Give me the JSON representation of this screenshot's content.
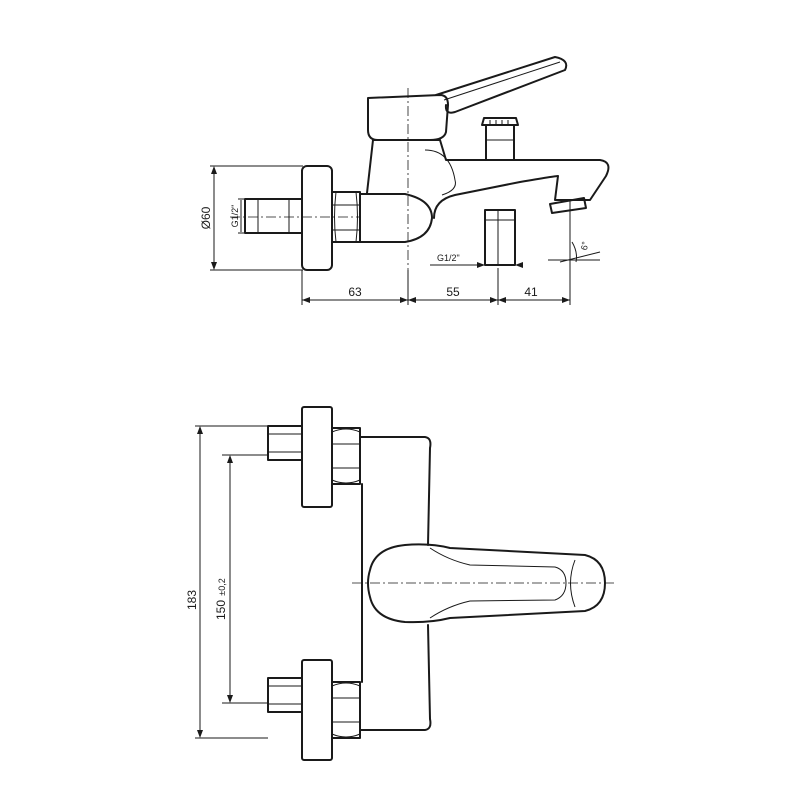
{
  "side_view": {
    "dim_diameter": "Ø60",
    "dim_inlet_thread": "G1/2\"",
    "dim_outlet_thread": "G1/2\"",
    "dim_angle": "6°",
    "dim_63": "63",
    "dim_55": "55",
    "dim_41": "41"
  },
  "top_view": {
    "dim_183": "183",
    "dim_150": "150",
    "dim_150_tol": "±0,2"
  }
}
